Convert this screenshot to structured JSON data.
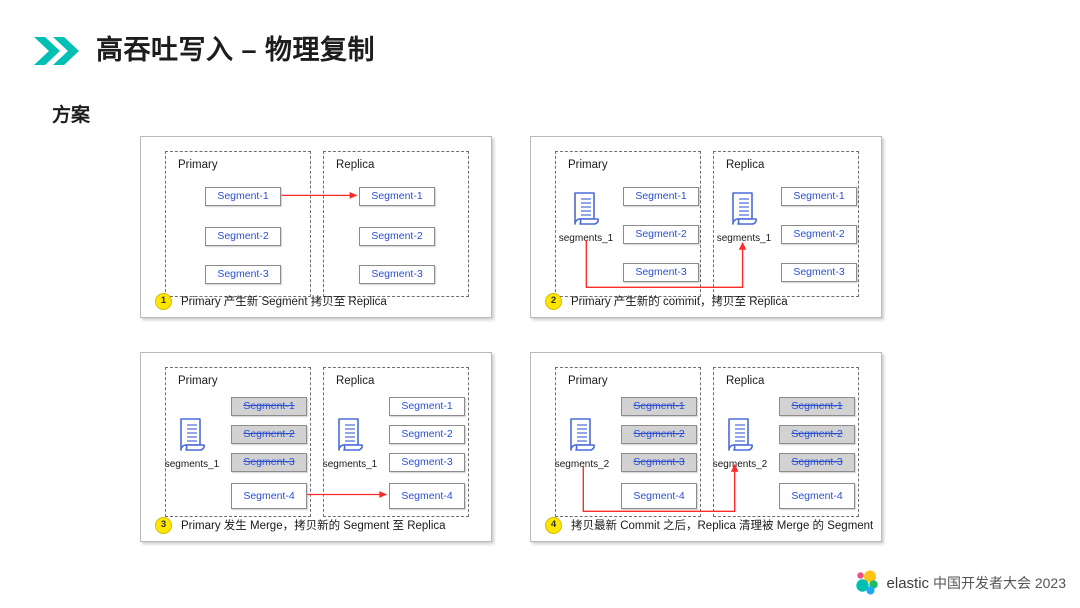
{
  "header": {
    "title": "高吞吐写入 – 物理复制",
    "chevron_icon": "double-chevron-right-icon",
    "accent_color": "#00BFB3"
  },
  "section": {
    "label": "方案"
  },
  "common": {
    "primary_label": "Primary",
    "replica_label": "Replica",
    "arrow_color": "#FF2A2A",
    "segment_text_color": "#2A4FD6",
    "dim_fill": "#D2D2D2"
  },
  "panels": [
    {
      "number": "1",
      "caption": "Primary 产生新 Segment 拷贝至 Replica",
      "primary": {
        "title": "Primary",
        "segments": [
          {
            "label": "Segment-1",
            "dim": false
          },
          {
            "label": "Segment-2",
            "dim": false
          },
          {
            "label": "Segment-3",
            "dim": false
          }
        ],
        "commit": null
      },
      "replica": {
        "title": "Replica",
        "segments": [
          {
            "label": "Segment-1",
            "dim": false
          },
          {
            "label": "Segment-2",
            "dim": false
          },
          {
            "label": "Segment-3",
            "dim": false
          }
        ],
        "commit": null
      }
    },
    {
      "number": "2",
      "caption": "Primary 产生新的 commit，拷贝至 Replica",
      "primary": {
        "title": "Primary",
        "segments": [
          {
            "label": "Segment-1",
            "dim": false
          },
          {
            "label": "Segment-2",
            "dim": false
          },
          {
            "label": "Segment-3",
            "dim": false
          }
        ],
        "commit": "segments_1"
      },
      "replica": {
        "title": "Replica",
        "segments": [
          {
            "label": "Segment-1",
            "dim": false
          },
          {
            "label": "Segment-2",
            "dim": false
          },
          {
            "label": "Segment-3",
            "dim": false
          }
        ],
        "commit": "segments_1"
      }
    },
    {
      "number": "3",
      "caption": "Primary 发生 Merge，拷贝新的 Segment 至 Replica",
      "primary": {
        "title": "Primary",
        "segments": [
          {
            "label": "Segment-1",
            "dim": true
          },
          {
            "label": "Segment-2",
            "dim": true
          },
          {
            "label": "Segment-3",
            "dim": true
          },
          {
            "label": "Segment-4",
            "dim": false
          }
        ],
        "commit": "segments_1"
      },
      "replica": {
        "title": "Replica",
        "segments": [
          {
            "label": "Segment-1",
            "dim": false
          },
          {
            "label": "Segment-2",
            "dim": false
          },
          {
            "label": "Segment-3",
            "dim": false
          },
          {
            "label": "Segment-4",
            "dim": false
          }
        ],
        "commit": "segments_1"
      }
    },
    {
      "number": "4",
      "caption": "拷贝最新 Commit 之后，Replica 清理被 Merge 的 Segment",
      "primary": {
        "title": "Primary",
        "segments": [
          {
            "label": "Segment-1",
            "dim": true
          },
          {
            "label": "Segment-2",
            "dim": true
          },
          {
            "label": "Segment-3",
            "dim": true
          },
          {
            "label": "Segment-4",
            "dim": false
          }
        ],
        "commit": "segments_2"
      },
      "replica": {
        "title": "Replica",
        "segments": [
          {
            "label": "Segment-1",
            "dim": true
          },
          {
            "label": "Segment-2",
            "dim": true
          },
          {
            "label": "Segment-3",
            "dim": true
          },
          {
            "label": "Segment-4",
            "dim": false
          }
        ],
        "commit": "segments_2"
      }
    }
  ],
  "footer": {
    "logo_icon": "elastic-logo-icon",
    "brand": "elastic",
    "event": "中国开发者大会 2023"
  }
}
